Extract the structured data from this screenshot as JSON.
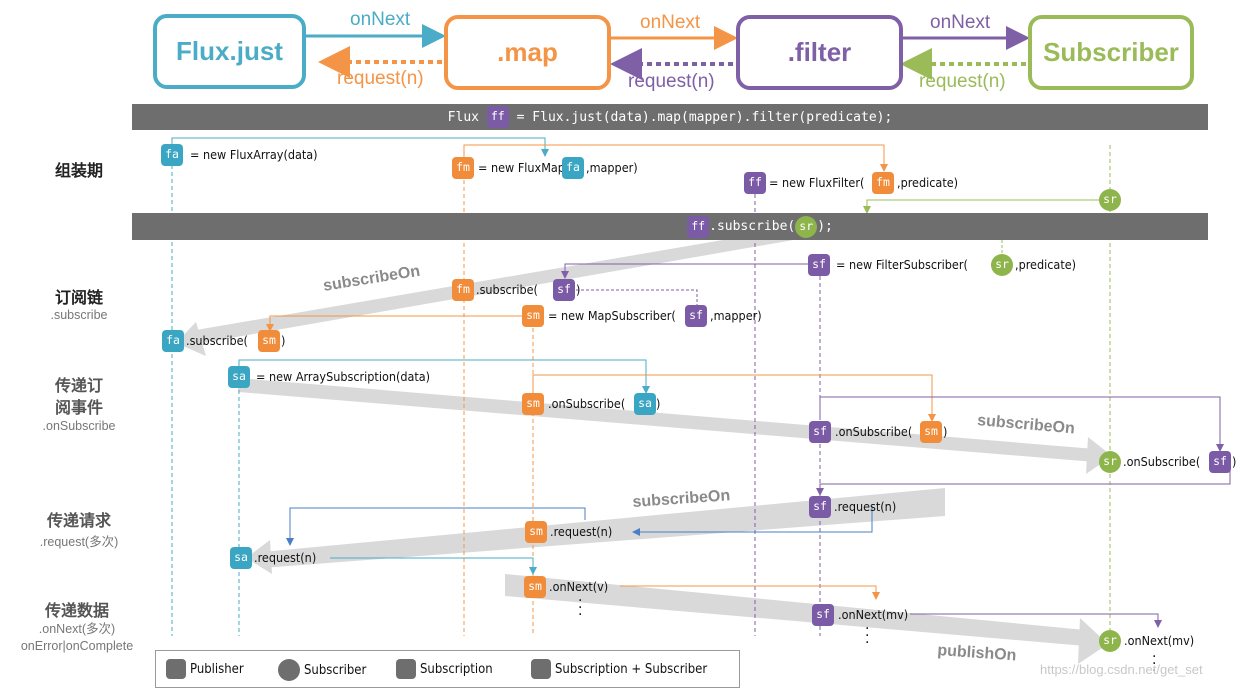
{
  "stages": [
    {
      "key": "flux_just",
      "label": "Flux.just",
      "color": "#4aacc6"
    },
    {
      "key": "map",
      "label": ".map",
      "color": "#f49446"
    },
    {
      "key": "filter",
      "label": ".filter",
      "color": "#7f60a6"
    },
    {
      "key": "subscriber",
      "label": "Subscriber",
      "color": "#9bbb59"
    }
  ],
  "flow_labels": {
    "on_next_1": "onNext",
    "on_next_2": "onNext",
    "on_next_3": "onNext",
    "request_1": "request(n)",
    "request_2": "request(n)",
    "request_3": "request(n)"
  },
  "code_bar_1": {
    "prefix": "Flux",
    "badge": "ff",
    "suffix": "= Flux.just(data).map(mapper).filter(predicate);"
  },
  "code_bar_2": {
    "badge_left": "ff",
    "text_mid": ".subscribe(",
    "badge_right": "sr",
    "text_end": ");"
  },
  "phases": [
    {
      "zh": "组装期",
      "en": ""
    },
    {
      "zh": "订阅链",
      "en": ".subscribe"
    },
    {
      "zh": "传递订\n阅事件",
      "en": ".onSubscribe"
    },
    {
      "zh": "传递请求",
      "en": ".request(多次)"
    },
    {
      "zh": "传递数据",
      "en": ".onNext(多次)\nonError|onComplete"
    }
  ],
  "assembly": {
    "fa_text": "= new FluxArray(data)",
    "fm_text_1": "= new FluxMap(",
    "fm_text_2": ",mapper)",
    "ff_text_1": "= new FluxFilter(",
    "ff_text_2": ",predicate)"
  },
  "subscribe_chain": {
    "sf_text_1": "= new FilterSubscriber(",
    "sf_text_2": ",predicate)",
    "fm_subscribe": ".subscribe(",
    "close": ")",
    "sm_text_1": "= new MapSubscriber(",
    "sm_text_2": ",mapper)",
    "fa_subscribe": ".subscribe("
  },
  "on_subscribe": {
    "sa_text": "= new ArraySubscription(data)",
    "sm_on_subscribe": ".onSubscribe(",
    "sf_on_subscribe": ".onSubscribe(",
    "sr_on_subscribe": ".onSubscribe(",
    "close": ")"
  },
  "requests": {
    "sf_request": ".request(n)",
    "sm_request": ".request(n)",
    "sa_request": ".request(n)"
  },
  "on_next": {
    "sm_on_next": ".onNext(v)",
    "sf_on_next": ".onNext(mv)",
    "sr_on_next": ".onNext(mv)"
  },
  "band_labels": {
    "subscribe_on_1": "subscribeOn",
    "subscribe_on_2": "subscribeOn",
    "subscribe_on_3": "subscribeOn",
    "publish_on": "publishOn"
  },
  "badges": {
    "fa": "fa",
    "fm": "fm",
    "ff": "ff",
    "sr": "sr",
    "sf": "sf",
    "sm": "sm",
    "sa": "sa"
  },
  "legend": {
    "publisher": "Publisher",
    "subscriber": "Subscriber",
    "subscription": "Subscription",
    "subscription_subscriber": "Subscription + Subscriber"
  },
  "watermark": "https://blog.csdn.net/get_set",
  "colors": {
    "blue": "#4aacc6",
    "orange": "#f49446",
    "purple": "#7f60a6",
    "green": "#9bbb59",
    "gray_band": "#d9d9d9",
    "bar": "#6e6e6e"
  }
}
